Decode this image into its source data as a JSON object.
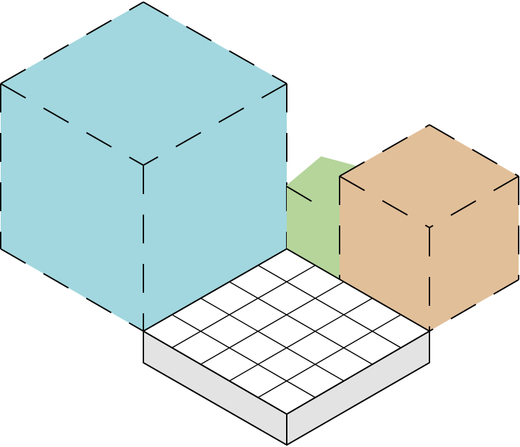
{
  "diagram": {
    "type": "isometric-cube-volumes",
    "palette": {
      "large_cube_fill": "#A2D7DF",
      "medium_cube_fill": "#E1BF99",
      "small_cube_fill": "#B5D59B",
      "base_top_fill": "#FFFFFF",
      "base_side_fill": "#E3E3E3",
      "stroke": "#000000"
    },
    "base_grid": {
      "rows": 5,
      "cols": 5
    },
    "shapes": [
      {
        "id": "large-cube",
        "edge_style": "dashed",
        "size_units": 5
      },
      {
        "id": "small-cube",
        "edge_style": "dashed",
        "size_units": 2
      },
      {
        "id": "medium-cube",
        "edge_style": "dashed",
        "size_units": 3
      },
      {
        "id": "base-slab",
        "edge_style": "solid",
        "size_units": 5
      }
    ]
  }
}
